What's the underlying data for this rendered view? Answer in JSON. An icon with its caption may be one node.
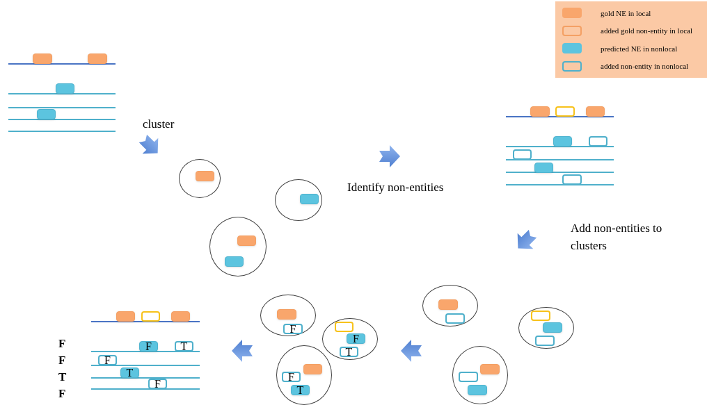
{
  "diagram": {
    "nodes": [
      {
        "text": [],
        "shape": "box"
      },
      {
        "text": [],
        "shape": "box"
      },
      {
        "text": [],
        "shape": "box"
      },
      {
        "text": [],
        "shape": "box"
      },
      {
        "text": [],
        "shape": "ellipse"
      },
      {
        "text": [],
        "shape": "box",
        "in": 4
      },
      {
        "text": [],
        "shape": "ellipse"
      },
      {
        "text": [],
        "shape": "box",
        "in": 6
      },
      {
        "text": [],
        "shape": "ellipse"
      },
      {
        "text": [],
        "shape": "box",
        "in": 8
      },
      {
        "text": [],
        "shape": "box",
        "in": 8
      },
      {
        "text": [],
        "shape": "box"
      },
      {
        "text": [],
        "shape": "box"
      },
      {
        "text": [],
        "shape": "box"
      },
      {
        "text": [],
        "shape": "box"
      },
      {
        "text": [],
        "shape": "box"
      },
      {
        "text": [],
        "shape": "box"
      },
      {
        "text": [],
        "shape": "box"
      },
      {
        "text": [],
        "shape": "box"
      },
      {
        "text": [],
        "shape": "ellipse"
      },
      {
        "text": [],
        "shape": "box",
        "in": 19
      },
      {
        "text": [],
        "shape": "box",
        "in": 19
      },
      {
        "text": [],
        "shape": "ellipse"
      },
      {
        "text": [],
        "shape": "box",
        "in": 22
      },
      {
        "text": [],
        "shape": "box",
        "in": 22
      },
      {
        "text": [],
        "shape": "box",
        "in": 22
      },
      {
        "text": [],
        "shape": "ellipse"
      },
      {
        "text": [],
        "shape": "box",
        "in": 26
      },
      {
        "text": [],
        "shape": "box",
        "in": 26
      },
      {
        "text": [],
        "shape": "box",
        "in": 26
      },
      {
        "text": [],
        "shape": "ellipse"
      },
      {
        "text": [],
        "shape": "box",
        "in": 30
      },
      {
        "text": [
          "F"
        ],
        "in": 30
      },
      {
        "text": [],
        "shape": "ellipse"
      },
      {
        "text": [],
        "shape": "box",
        "in": 33
      },
      {
        "text": [
          "F"
        ],
        "in": 33
      },
      {
        "text": [
          "T"
        ],
        "in": 33
      },
      {
        "text": [],
        "shape": "ellipse"
      },
      {
        "text": [],
        "shape": "box",
        "in": 37
      },
      {
        "text": [
          "F"
        ],
        "in": 37
      },
      {
        "text": [
          "T"
        ],
        "in": 37
      },
      {
        "text": [],
        "shape": "box"
      },
      {
        "text": [],
        "shape": "box"
      },
      {
        "text": [],
        "shape": "box"
      },
      {
        "text": [
          "F"
        ]
      },
      {
        "text": [
          "T"
        ]
      },
      {
        "text": [
          "F"
        ]
      },
      {
        "text": [
          "T"
        ]
      },
      {
        "text": [
          "F"
        ]
      }
    ],
    "labels": [
      "cluster",
      "Identify non-entities",
      "Add non-entities to clusters",
      "F",
      "F",
      "T",
      "F"
    ],
    "legend": [
      {
        "text": "gold NE in local",
        "color": "#f9a66c"
      },
      {
        "text": "added gold non-entity in local"
      },
      {
        "text": "predicted NE in nonlocal",
        "color": "#5cc4df"
      },
      {
        "text": "added non-entity in nonlocal"
      }
    ]
  }
}
